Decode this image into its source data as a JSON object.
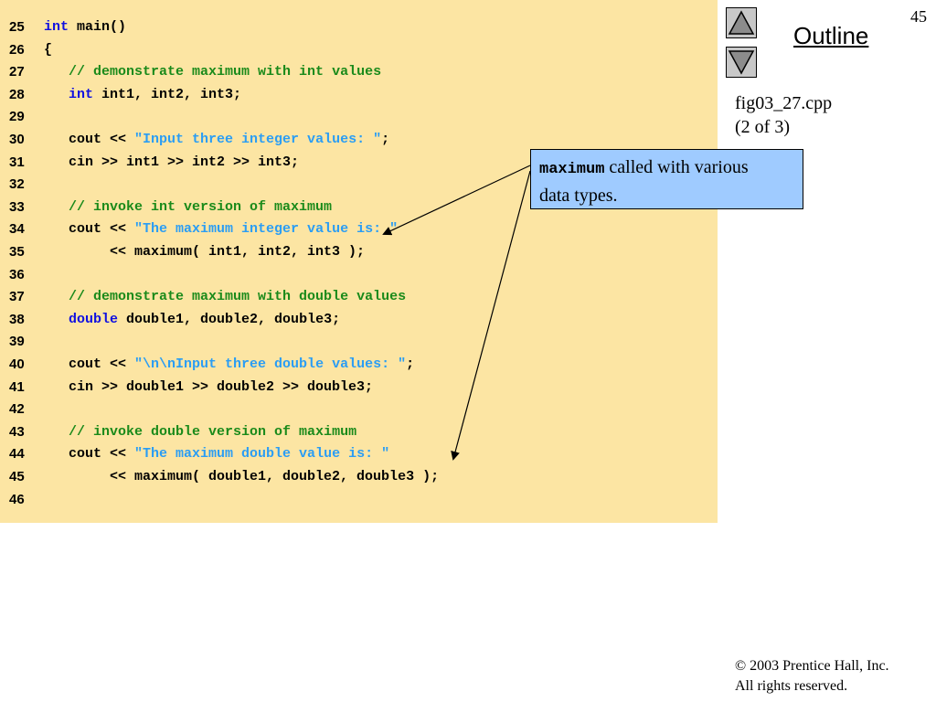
{
  "slide_number": "45",
  "outline_label": "Outline",
  "file_name": "fig03_27.cpp",
  "file_part": "(2 of 3)",
  "callout": {
    "code_word": "maximum",
    "text_line1": " called with various",
    "text_line2": "data types."
  },
  "footer": {
    "copyright_symbol": "©",
    "copyright_text": " 2003 Prentice Hall, Inc.",
    "rights": "All rights reserved."
  },
  "colors": {
    "code_background": "#fce5a3",
    "keyword": "#1010e0",
    "comment": "#1a8a1a",
    "string": "#2a9df4",
    "callout_background": "#9fcbff"
  },
  "icons": {
    "up": "triangle-up-icon",
    "down": "triangle-down-icon"
  },
  "code_lines": [
    {
      "num": "25",
      "tokens": [
        {
          "t": "kw",
          "v": "int"
        },
        {
          "t": "plain",
          "v": " main()"
        }
      ]
    },
    {
      "num": "26",
      "tokens": [
        {
          "t": "plain",
          "v": "{"
        }
      ]
    },
    {
      "num": "27",
      "tokens": [
        {
          "t": "plain",
          "v": "   "
        },
        {
          "t": "comment",
          "v": "// demonstrate maximum with int values"
        }
      ]
    },
    {
      "num": "28",
      "tokens": [
        {
          "t": "plain",
          "v": "   "
        },
        {
          "t": "kw",
          "v": "int"
        },
        {
          "t": "plain",
          "v": " int1, int2, int3;"
        }
      ]
    },
    {
      "num": "29",
      "tokens": []
    },
    {
      "num": "30",
      "tokens": [
        {
          "t": "plain",
          "v": "   cout << "
        },
        {
          "t": "str",
          "v": "\"Input three integer values: \""
        },
        {
          "t": "plain",
          "v": ";"
        }
      ]
    },
    {
      "num": "31",
      "tokens": [
        {
          "t": "plain",
          "v": "   cin >> int1 >> int2 >> int3;"
        }
      ]
    },
    {
      "num": "32",
      "tokens": []
    },
    {
      "num": "33",
      "tokens": [
        {
          "t": "plain",
          "v": "   "
        },
        {
          "t": "comment",
          "v": "// invoke int version of maximum"
        }
      ]
    },
    {
      "num": "34",
      "tokens": [
        {
          "t": "plain",
          "v": "   cout << "
        },
        {
          "t": "str",
          "v": "\"The maximum integer value is: \""
        }
      ]
    },
    {
      "num": "35",
      "tokens": [
        {
          "t": "plain",
          "v": "        << maximum( int1, int2, int3 );"
        }
      ]
    },
    {
      "num": "36",
      "tokens": []
    },
    {
      "num": "37",
      "tokens": [
        {
          "t": "plain",
          "v": "   "
        },
        {
          "t": "comment",
          "v": "// demonstrate maximum with double values"
        }
      ]
    },
    {
      "num": "38",
      "tokens": [
        {
          "t": "plain",
          "v": "   "
        },
        {
          "t": "kw",
          "v": "double"
        },
        {
          "t": "plain",
          "v": " double1, double2, double3;"
        }
      ]
    },
    {
      "num": "39",
      "tokens": []
    },
    {
      "num": "40",
      "tokens": [
        {
          "t": "plain",
          "v": "   cout << "
        },
        {
          "t": "str",
          "v": "\"\\n\\nInput three double values: \""
        },
        {
          "t": "plain",
          "v": ";"
        }
      ]
    },
    {
      "num": "41",
      "tokens": [
        {
          "t": "plain",
          "v": "   cin >> double1 >> double2 >> double3;"
        }
      ]
    },
    {
      "num": "42",
      "tokens": []
    },
    {
      "num": "43",
      "tokens": [
        {
          "t": "plain",
          "v": "   "
        },
        {
          "t": "comment",
          "v": "// invoke double version of maximum"
        }
      ]
    },
    {
      "num": "44",
      "tokens": [
        {
          "t": "plain",
          "v": "   cout << "
        },
        {
          "t": "str",
          "v": "\"The maximum double value is: \""
        }
      ]
    },
    {
      "num": "45",
      "tokens": [
        {
          "t": "plain",
          "v": "        << maximum( double1, double2, double3 );"
        }
      ]
    },
    {
      "num": "46",
      "tokens": []
    }
  ]
}
